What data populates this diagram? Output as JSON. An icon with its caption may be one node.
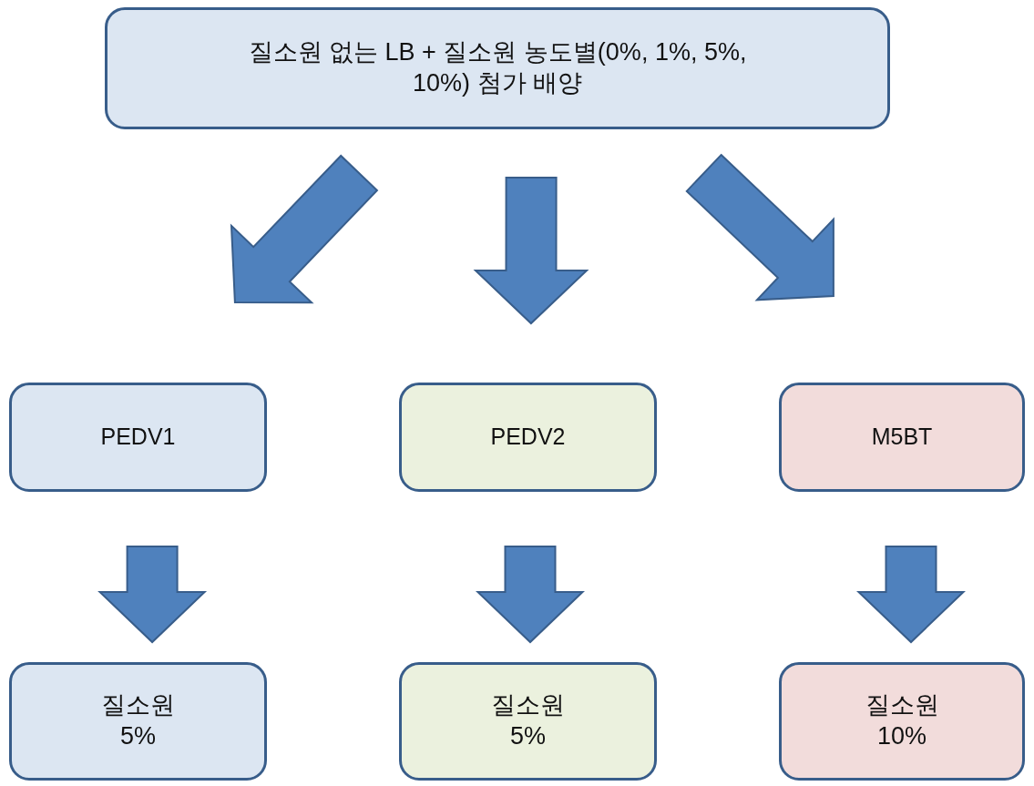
{
  "diagram": {
    "nodes": [
      {
        "text": [
          "질소원 없는 LB + 질소원 농도별(0%, 1%, 5%, 10%) 첨가 배양"
        ]
      },
      {
        "text": [
          "PEDV1"
        ]
      },
      {
        "text": [
          "PEDV2"
        ]
      },
      {
        "text": [
          "M5BT"
        ]
      },
      {
        "text": [
          "질소원 5%"
        ]
      },
      {
        "text": [
          "질소원 5%"
        ]
      },
      {
        "text": [
          "질소원 10%"
        ]
      }
    ],
    "edges": [
      {
        "from": 0,
        "to": 1,
        "arrow": "to"
      },
      {
        "from": 0,
        "to": 2,
        "arrow": "to"
      },
      {
        "from": 0,
        "to": 3,
        "arrow": "to"
      },
      {
        "from": 1,
        "to": 4,
        "arrow": "to"
      },
      {
        "from": 2,
        "to": 5,
        "arrow": "to"
      },
      {
        "from": 3,
        "to": 6,
        "arrow": "to"
      }
    ]
  }
}
